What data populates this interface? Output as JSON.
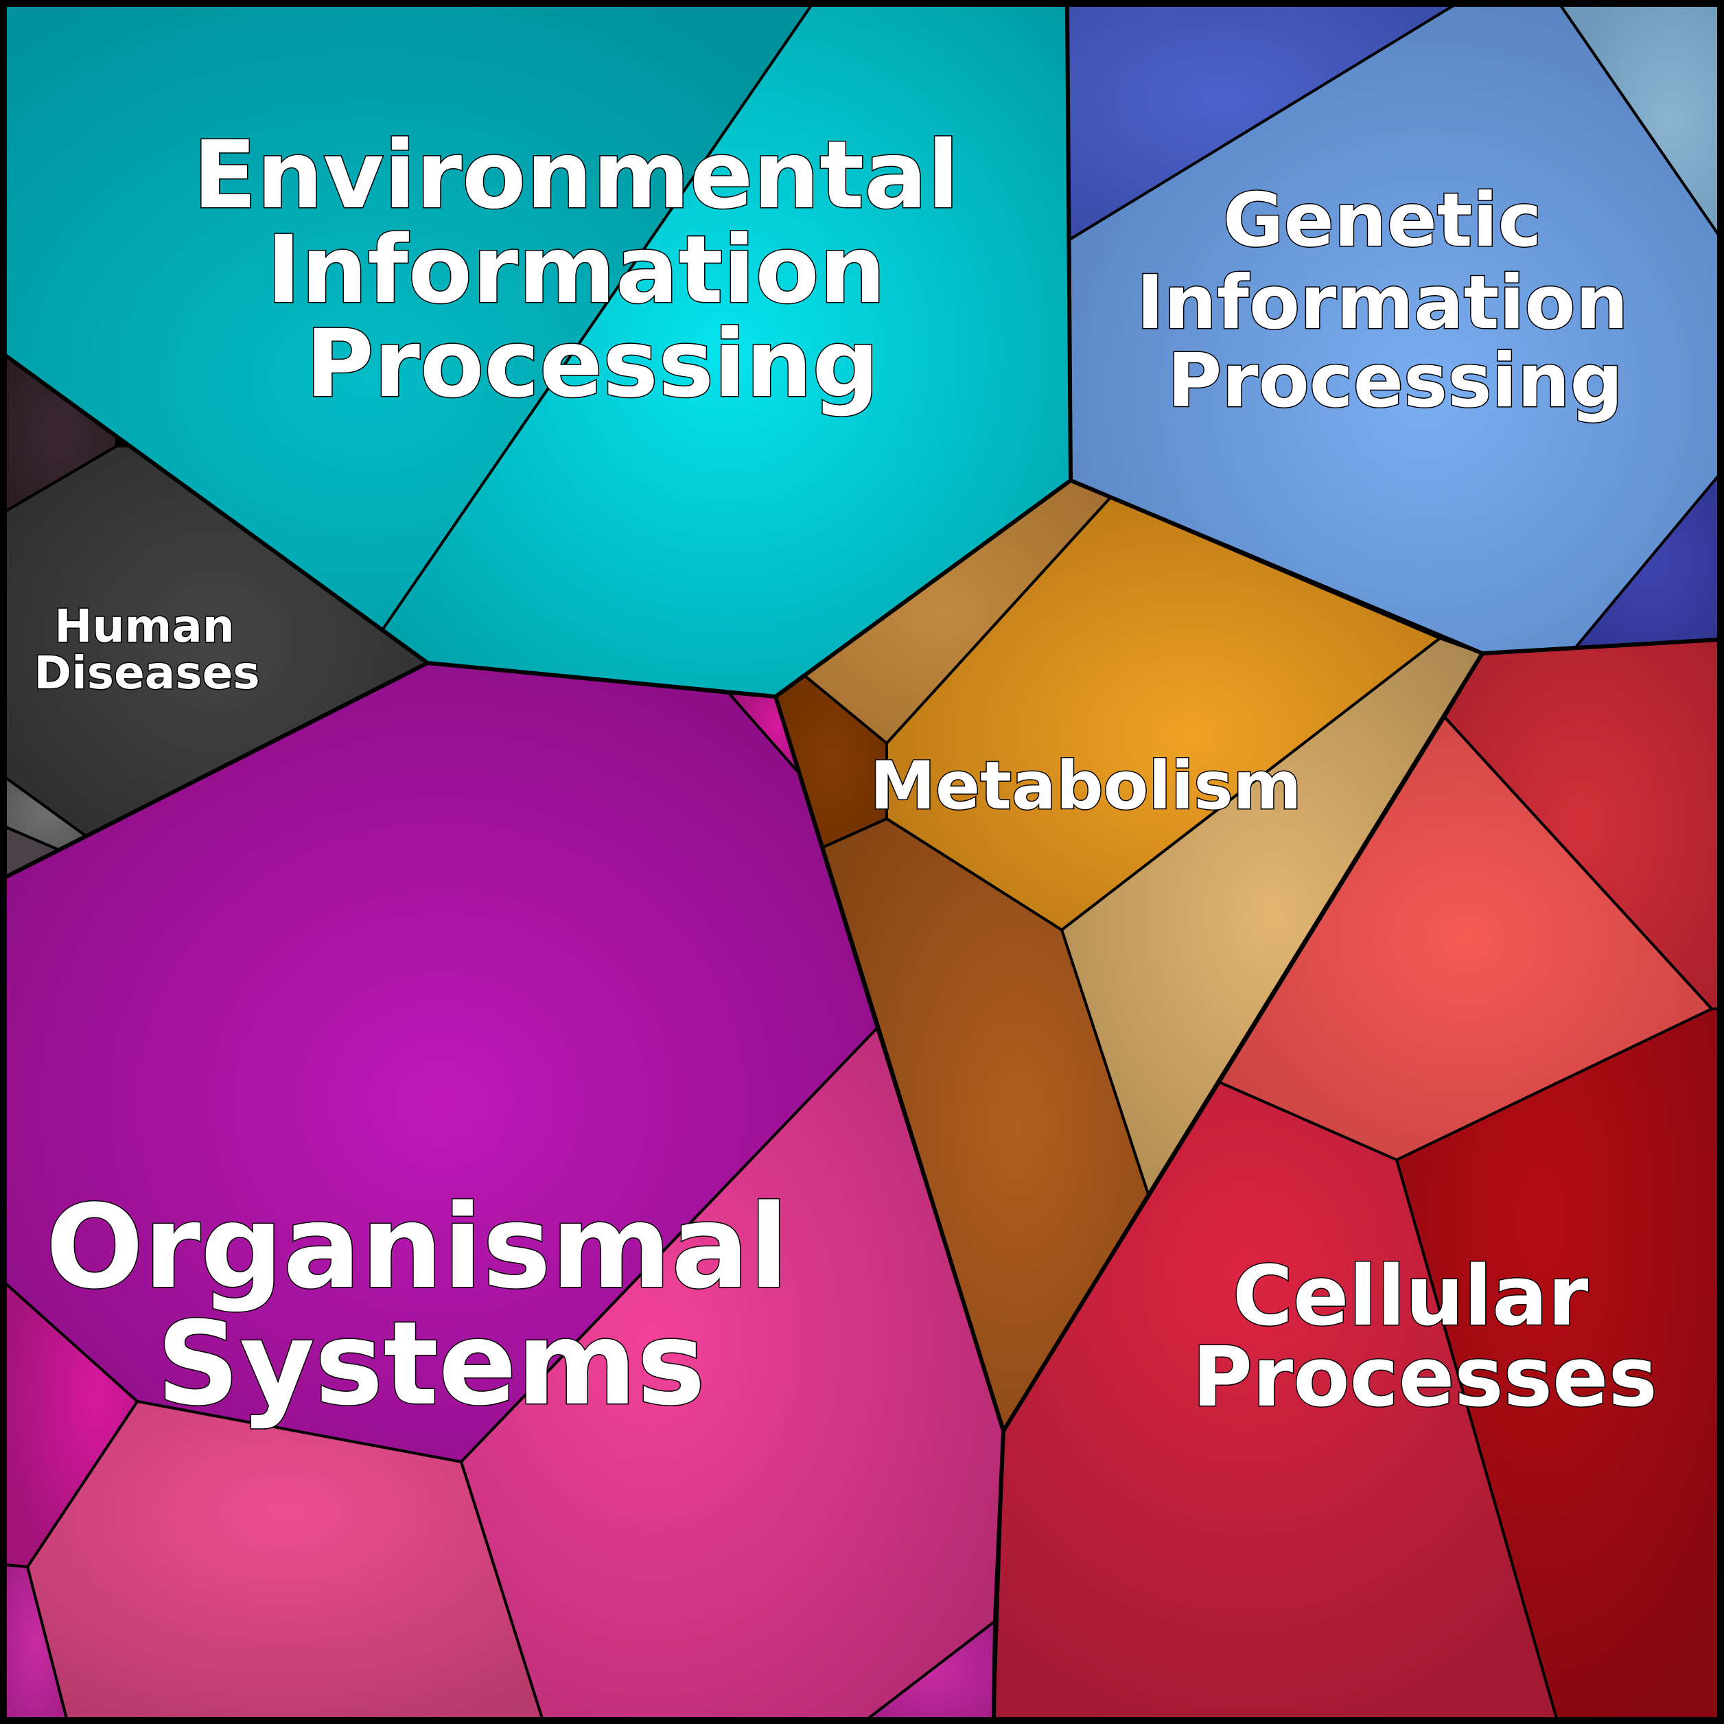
{
  "regions": {
    "environmental": {
      "label_lines": [
        "Environmental",
        "Information",
        "Processing"
      ]
    },
    "genetic": {
      "label_lines": [
        "Genetic",
        "Information",
        "Processing"
      ]
    },
    "human": {
      "label_lines": [
        "Human",
        "Diseases"
      ]
    },
    "metabolism": {
      "label_lines": [
        "Metabolism"
      ]
    },
    "organismal": {
      "label_lines": [
        "Organismal",
        "Systems"
      ]
    },
    "cellular": {
      "label_lines": [
        "Cellular",
        "Processes"
      ]
    }
  },
  "colors": {
    "environmental": "#00A9B4",
    "genetic": "#6A9BDC",
    "human": "#3A3A3A",
    "metabolism": "#D08A1E",
    "organismal": "#A0169F",
    "cellular": "#C8223A"
  }
}
